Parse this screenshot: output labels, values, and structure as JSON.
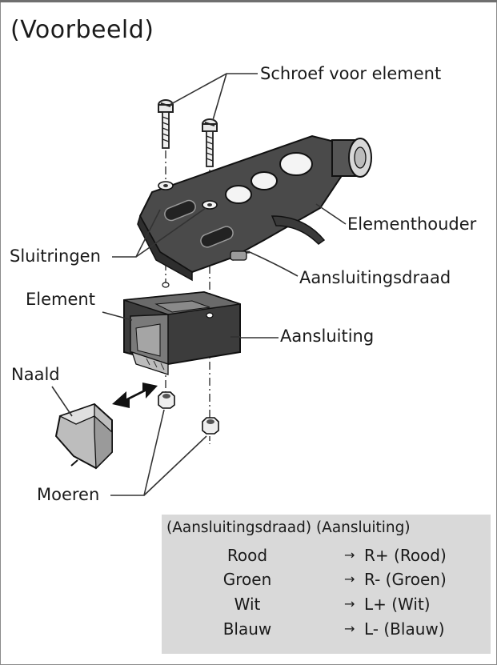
{
  "title": "(Voorbeeld)",
  "labels": {
    "screw": "Schroef voor element",
    "holder": "Elementhouder",
    "washers": "Sluitringen",
    "wire": "Aansluitingsdraad",
    "element": "Element",
    "terminal": "Aansluiting",
    "needle": "Naald",
    "nuts": "Moeren"
  },
  "legend": {
    "header_left": "(Aansluitingsdraad)",
    "header_right": "(Aansluiting)",
    "arrow": "→",
    "rows": [
      {
        "wire": "Rood",
        "terminal": "R+ (Rood)"
      },
      {
        "wire": "Groen",
        "terminal": "R- (Groen)"
      },
      {
        "wire": "Wit",
        "terminal": "L+ (Wit)"
      },
      {
        "wire": "Blauw",
        "terminal": "L- (Blauw)"
      }
    ]
  },
  "colors": {
    "holder": "#4a4a4a",
    "element_body": "#3a3a3a",
    "legend_bg": "#d9d9d9"
  }
}
